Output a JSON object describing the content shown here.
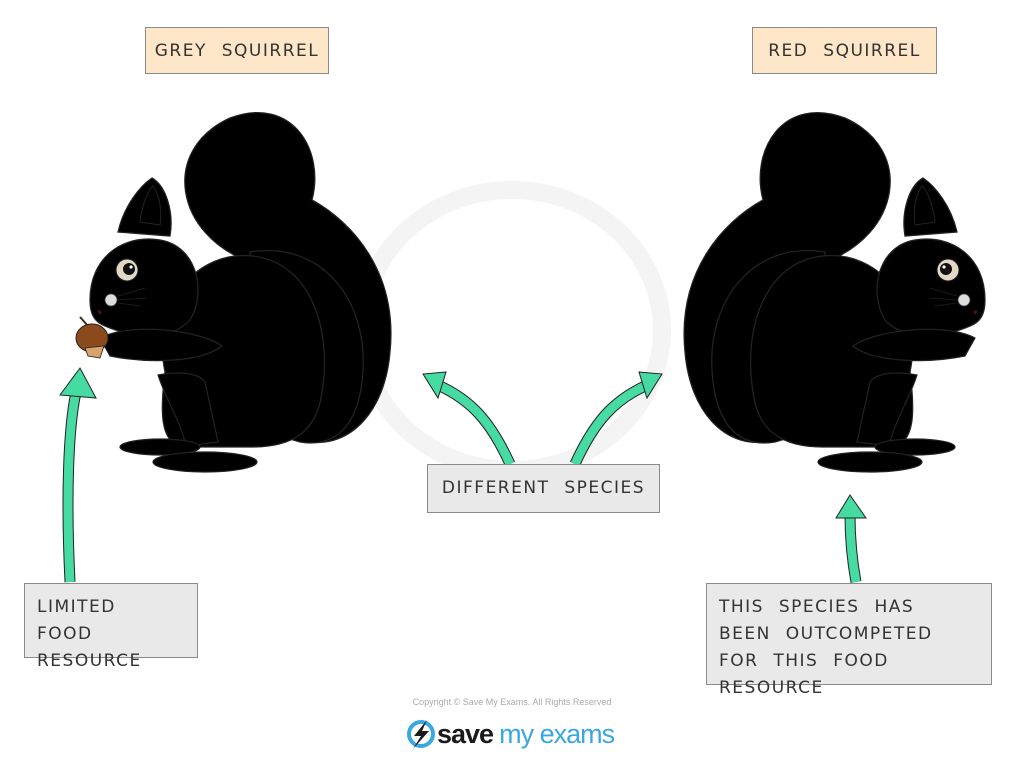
{
  "labels": {
    "grey_squirrel": "GREY SQUIRREL",
    "red_squirrel": "RED SQUIRREL",
    "different_species": "DIFFERENT SPECIES",
    "limited_food": "LIMITED FOOD RESOURCE",
    "outcompeted": "THIS SPECIES HAS BEEN OUTCOMPETED FOR THIS FOOD RESOURCE"
  },
  "footer": {
    "copyright": "Copyright © Save My Exams. All Rights Reserved",
    "logo_part1": "save",
    "logo_part2": "my exams"
  },
  "colors": {
    "arrow": "#45dba3",
    "grey_body": "#786c66",
    "grey_tail": "#6b5c55",
    "red_body": "#b84a06",
    "red_tail": "#8f3604"
  }
}
